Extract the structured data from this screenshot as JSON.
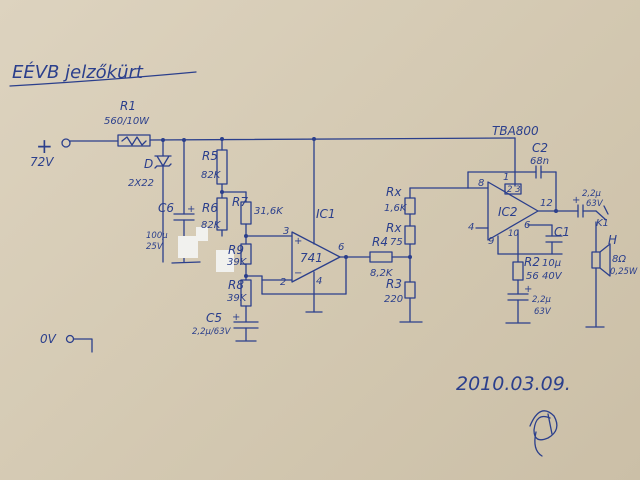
{
  "title": "EÉVB jelzőkürt",
  "date": "2010.03.09.",
  "supply": {
    "voltage": "72V",
    "plus": "+",
    "ground": "0V"
  },
  "labels": {
    "r1": "R1",
    "r1_val": "560/10W",
    "d": "D",
    "d_val": "2X22",
    "c6": "C6",
    "c6_val1": "100µ",
    "c6_val2": "25V",
    "r5": "R5",
    "r5_val": "82K",
    "r6": "R6",
    "r6_val": "82K",
    "r7": "R7",
    "r7_val": "31,6K",
    "r9": "R9",
    "r9_val": "39K",
    "r8": "R8",
    "r8_val": "39K",
    "c5": "C5",
    "c5_val": "2,2µ/63V",
    "ic1": "IC1",
    "ic1_chip": "741",
    "r4": "R4",
    "r4_val": "8,2K",
    "rx1": "Rx",
    "rx1_val": "1,6K",
    "rx2": "Rx",
    "rx2_val": "75",
    "r3": "R3",
    "r3_val": "220",
    "tba": "TBA800",
    "c2": "C2",
    "c2_val": "68n",
    "ic2": "IC2",
    "c1": "C1",
    "c1_val": "10µ",
    "r2": "R2",
    "r2_val1": "56",
    "r2_val2": "40V",
    "c3_val1": "2,2µ",
    "c3_val2": "63V",
    "c4_val1": "2,2µ",
    "c4_val2": "63V",
    "h": "H",
    "h_val1": "8Ω",
    "h_val2": "0,25W",
    "k1": "K1",
    "pin_ic1_in": "3",
    "pin_ic1_2": "2",
    "pin_ic1_4": "4",
    "pin_ic1_6": "6",
    "pin_ic1_plus": "+",
    "pin_ic1_minus": "−",
    "pin_ic2_8": "8",
    "pin_ic2_1": "1",
    "pin_ic2_12": "12",
    "pin_ic2_4": "4",
    "pin_ic2_9": "9",
    "pin_ic2_10": "10",
    "pin_ic2_6": "6",
    "pin_ic2_23": "2 3"
  },
  "colors": {
    "ink": "#2b3f8c",
    "paper": "#d8cdb8"
  }
}
